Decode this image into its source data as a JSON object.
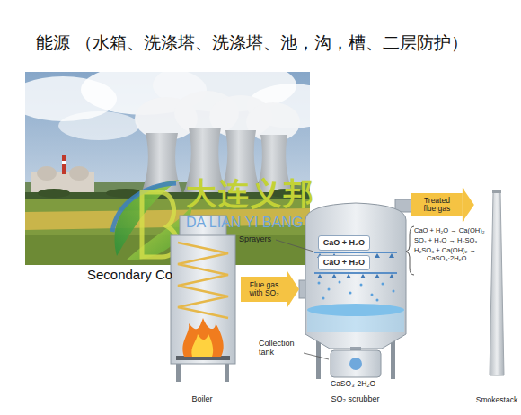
{
  "diagram": {
    "title": "能源 （水箱、洗涤塔、洗涤塔、池，沟，槽、二层防护）",
    "nodes": [
      {
        "text": [
          "Boiler"
        ]
      },
      {
        "text": [
          "SO₂ scrubber"
        ]
      },
      {
        "text": [
          "CaO + H₂O"
        ],
        "in": 1
      },
      {
        "text": [
          "CaO + H₂O"
        ],
        "in": 1
      },
      {
        "text": [
          "Smokestack"
        ]
      }
    ],
    "edges": [
      {
        "from": 0,
        "to": 1,
        "arrow": "to",
        "label": "Flue gas with SO₂"
      },
      {
        "from": 1,
        "to": 4,
        "arrow": "to",
        "label": "Treated flue gas"
      }
    ],
    "labels": [
      "Secondary Co",
      "大连义邦",
      "DA LIAN YI BANG",
      "Sprayers",
      "Collection tank",
      "CaSO₃·2H₂O",
      "CaO + H₂O → Ca(OH)₂",
      "SO₂ + H₂O → H₂SO₃",
      "H₂SO₃ + Ca(OH)₂ → CaSO₃·2H₂O"
    ]
  }
}
